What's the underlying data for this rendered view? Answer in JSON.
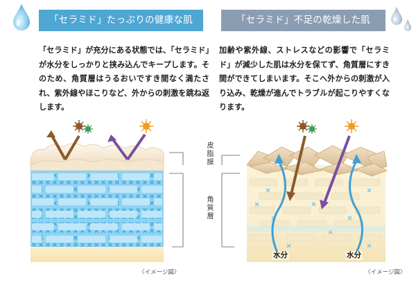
{
  "left": {
    "title": "「セラミド」たっぷりの健康な肌",
    "body": "「セラミド」が充分にある状態では、「セラミド」が水分をしっかりと挟み込んでキープします。そのため、角質層はうるおいですき間なく満たされ、紫外線やほこりなど、外からの刺激を跳ね返します。",
    "note": "〈イメージ図〉",
    "accent_color": "#4ea6d3"
  },
  "right": {
    "title": "「セラミド」不足の乾燥した肌",
    "body": "加齢や紫外線、ストレスなどの影響で「セラミド」が減少した肌は水分を保てず、角質層にすき間ができてしまいます。そこへ外からの刺激が入り込み、乾燥が進んでトラブルが起こりやすくなります。",
    "note": "〈イメージ図〉",
    "water_label_1": "水分",
    "water_label_2": "水分",
    "accent_color": "#8a9db3"
  },
  "labels": {
    "sebum": "皮脂膜",
    "stratum": "角質層"
  },
  "icons": [
    "water-drop-icon",
    "dust-particle-icon",
    "sun-icon",
    "arrow-icon"
  ]
}
